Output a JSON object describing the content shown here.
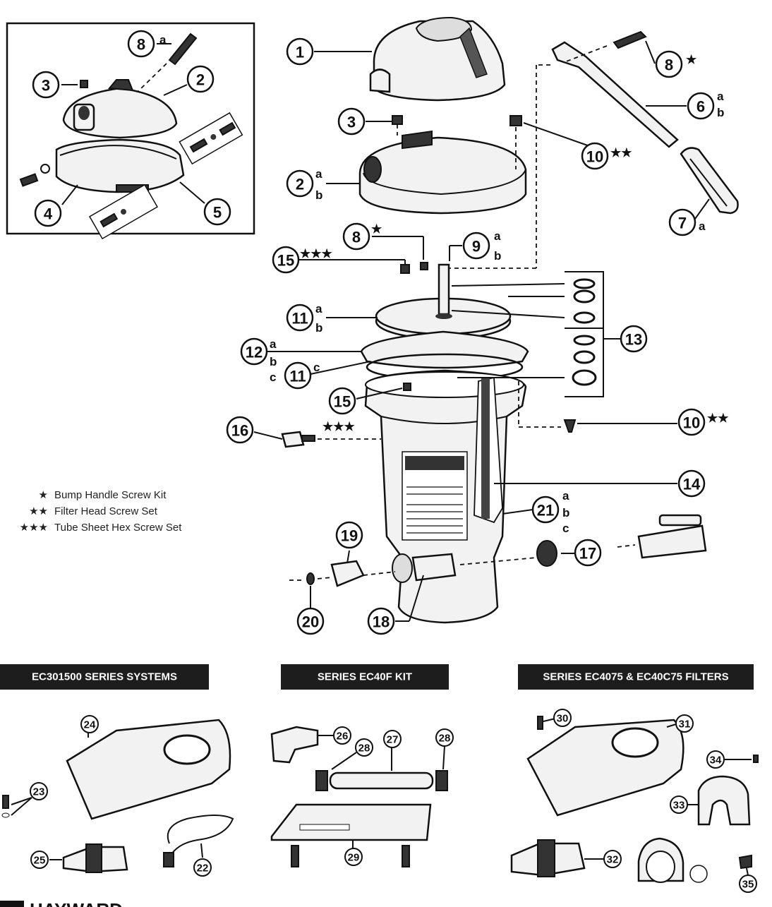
{
  "callouts": {
    "c1": "1",
    "c2": "2",
    "c3": "3",
    "c4": "4",
    "c5": "5",
    "c6": "6",
    "c7": "7",
    "c8": "8",
    "c9": "9",
    "c10": "10",
    "c11": "11",
    "c12": "12",
    "c13": "13",
    "c14": "14",
    "c15": "15",
    "c16": "16",
    "c17": "17",
    "c18": "18",
    "c19": "19",
    "c20": "20",
    "c21": "21",
    "c22": "22",
    "c23": "23",
    "c24": "24",
    "c25": "25",
    "c26": "26",
    "c27": "27",
    "c28": "28",
    "c29": "29",
    "c30": "30",
    "c31": "31",
    "c32": "32",
    "c33": "33",
    "c34": "34",
    "c35": "35"
  },
  "suffixes": {
    "a": "a",
    "b": "b",
    "c": "c"
  },
  "stars": {
    "one": "★",
    "two": "★★",
    "three": "★★★"
  },
  "legend": [
    {
      "stars": "★",
      "text": "Bump Handle Screw Kit"
    },
    {
      "stars": "★★",
      "text": "Filter Head Screw Set"
    },
    {
      "stars": "★★★",
      "text": "Tube Sheet Hex Screw Set"
    }
  ],
  "banners": {
    "left": "EC301500 SERIES SYSTEMS",
    "middle": "SERIES EC40F KIT",
    "right": "SERIES EC4075 & EC40C75 FILTERS"
  },
  "brand": "HAYWARD"
}
